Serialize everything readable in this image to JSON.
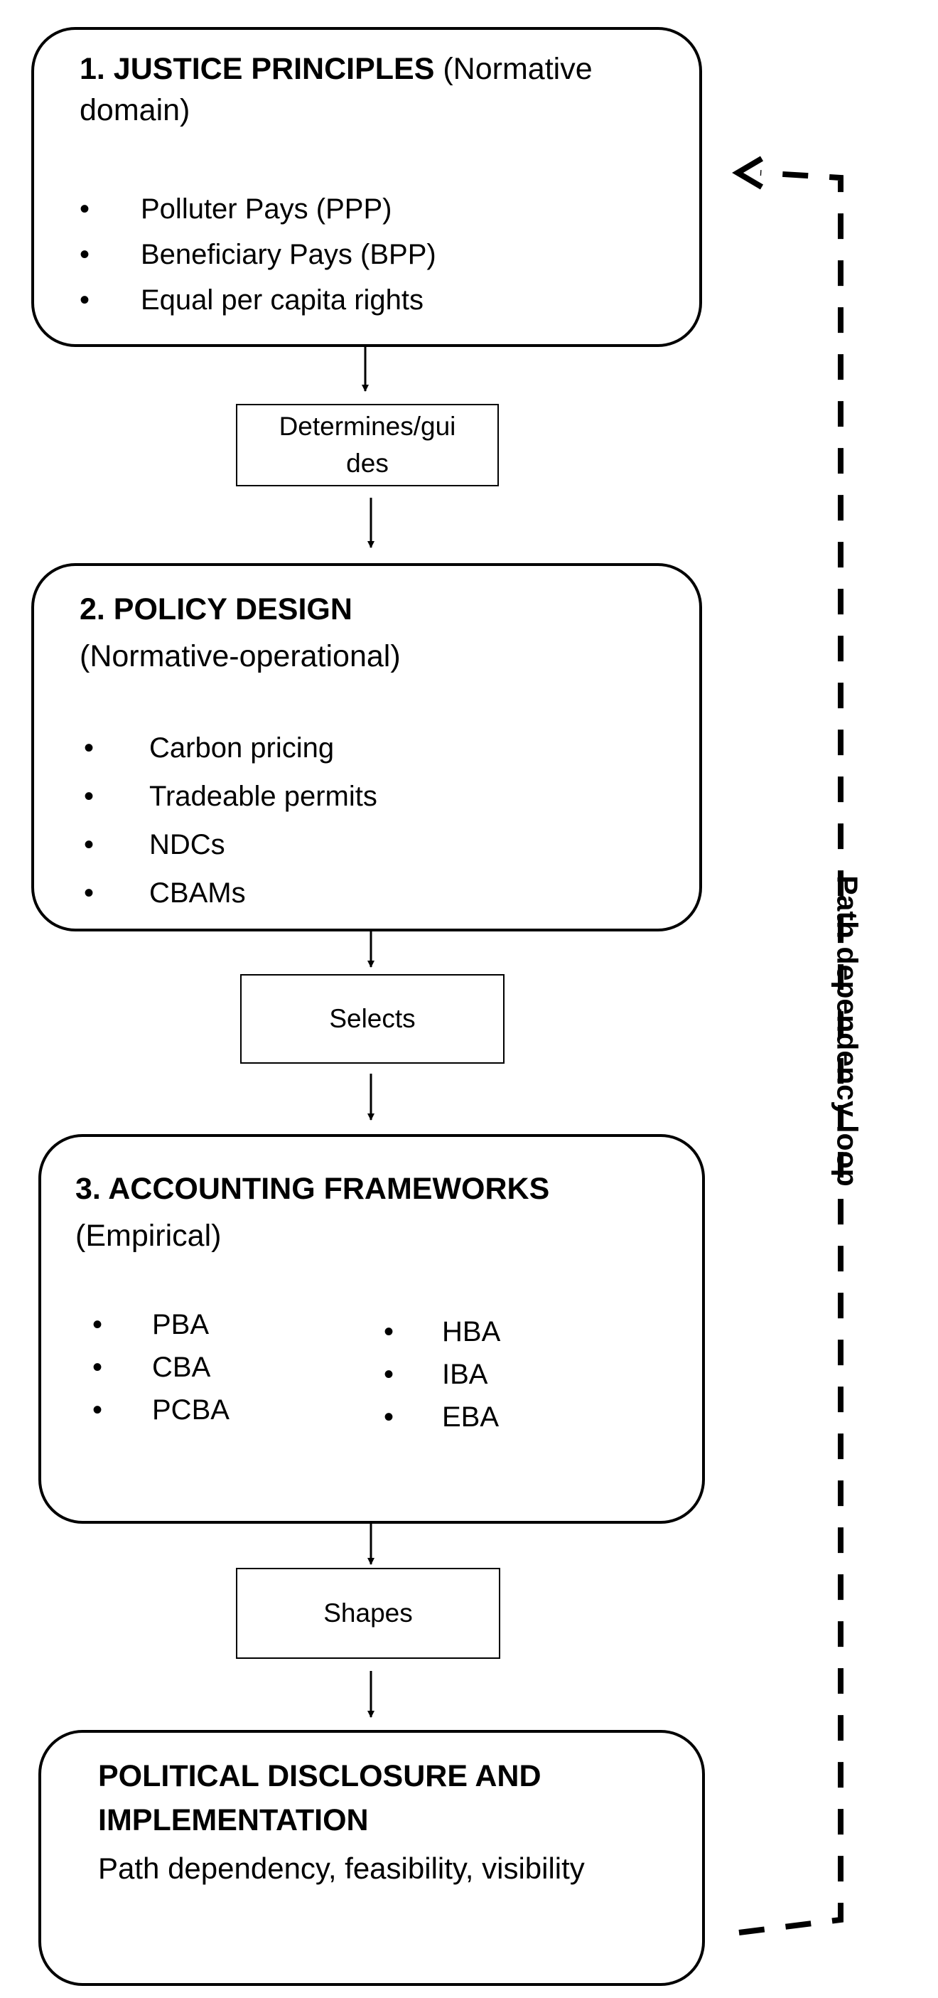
{
  "box1": {
    "title_bold": "1. JUSTICE PRINCIPLES",
    "title_rest": " (Normative domain)",
    "items": [
      "Polluter Pays (PPP)",
      "Beneficiary Pays (BPP)",
      "Equal per capita rights"
    ]
  },
  "conn1": {
    "label": "Determines/gui des"
  },
  "box2": {
    "title": "2. POLICY DESIGN",
    "subtitle": "(Normative-operational)",
    "items": [
      "Carbon pricing",
      "Tradeable permits",
      "NDCs",
      "CBAMs"
    ]
  },
  "conn2": {
    "label": "Selects"
  },
  "box3": {
    "title": "3. ACCOUNTING FRAMEWORKS",
    "subtitle": "(Empirical)",
    "items_left": [
      "PBA",
      "CBA",
      "PCBA"
    ],
    "items_right": [
      "HBA",
      "IBA",
      "EBA"
    ]
  },
  "conn3": {
    "label": "Shapes"
  },
  "box4": {
    "title": "POLITICAL DISCLOSURE AND IMPLEMENTATION",
    "subtitle": "Path dependency, feasibility, visibility"
  },
  "loop": {
    "label": "Path dependency loop"
  }
}
